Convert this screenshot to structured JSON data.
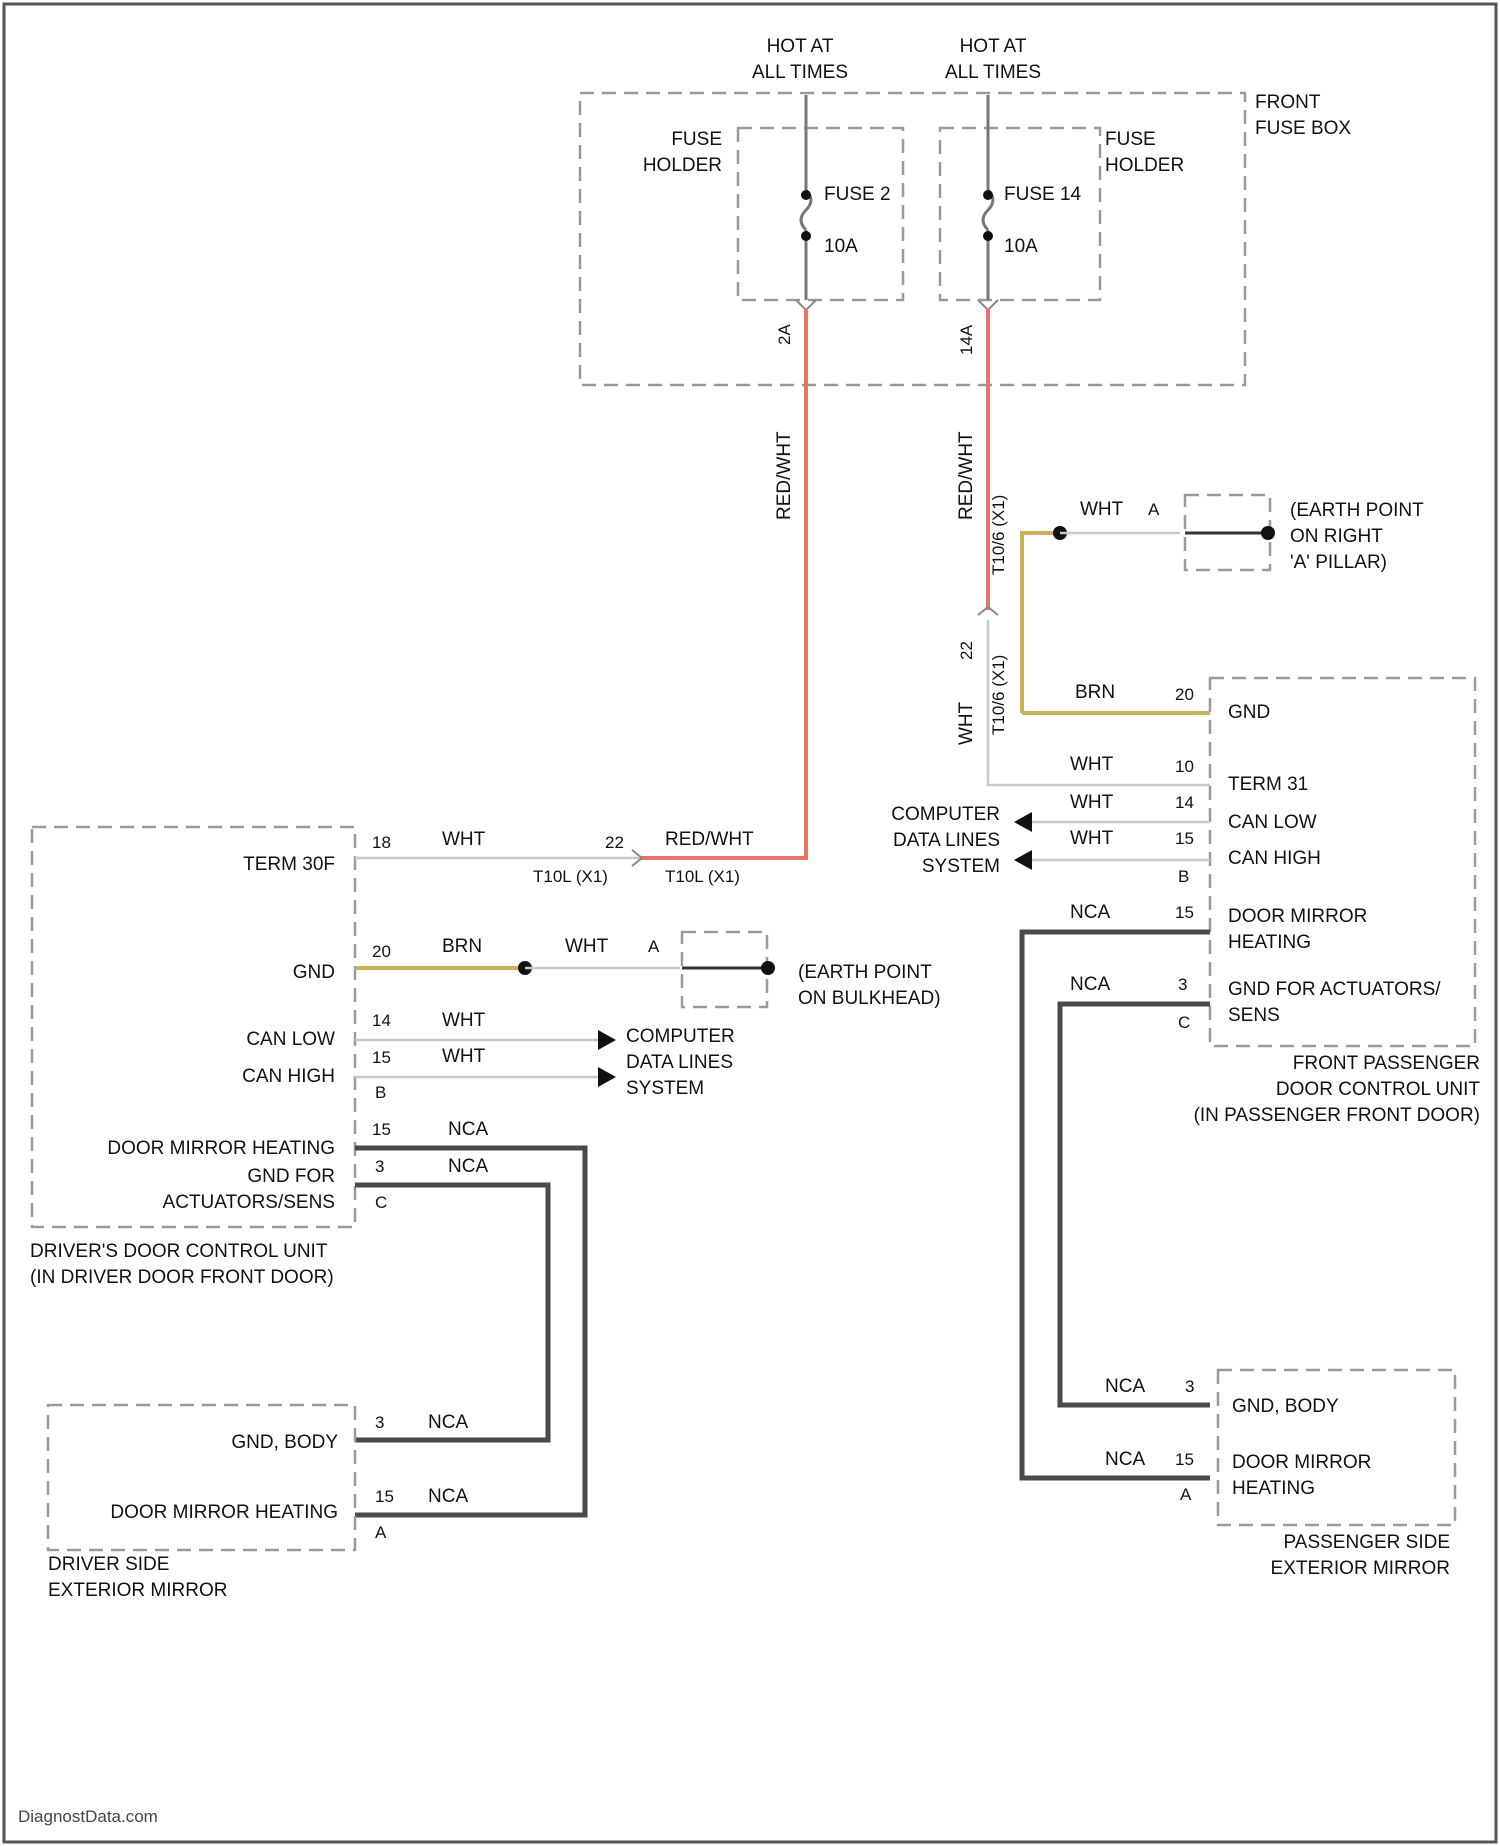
{
  "fuse_box": {
    "hot1_line1": "HOT AT",
    "hot1_line2": "ALL TIMES",
    "hot2_line1": "HOT AT",
    "hot2_line2": "ALL TIMES",
    "name_line1": "FRONT",
    "name_line2": "FUSE BOX",
    "holder_left_line1": "FUSE",
    "holder_left_line2": "HOLDER",
    "holder_right_line1": "FUSE",
    "holder_right_line2": "HOLDER",
    "fuse_left": "FUSE 2",
    "fuse_left_rating": "10A",
    "fuse_right": "FUSE 14",
    "fuse_right_rating": "10A",
    "pin_left": "2A",
    "pin_right": "14A"
  },
  "wires": {
    "left_vertical_color": "RED/WHT",
    "right_vertical_color": "RED/WHT",
    "right_vertical_connector": "T10/6 (X1)",
    "right_connector_pin": "22",
    "right_connector_label": "T10/6 (X1)",
    "right_wht_vertical": "WHT",
    "earth_right_wire": "WHT",
    "earth_right_pin": "A",
    "earth_right_line1": "(EARTH POINT",
    "earth_right_line2": "ON RIGHT",
    "earth_right_line3": "'A' PILLAR)",
    "earth_left_wire": "WHT",
    "earth_left_pin": "A",
    "earth_left_line1": "(EARTH POINT",
    "earth_left_line2": "ON BULKHEAD)"
  },
  "passenger_unit": {
    "pin_gnd": "20",
    "wire_gnd": "BRN",
    "label_gnd": "GND",
    "pin_term": "10",
    "wire_term": "WHT",
    "label_term": "TERM 31",
    "pin_canlow": "14",
    "wire_canlow": "WHT",
    "label_canlow": "CAN LOW",
    "pin_canhigh": "15",
    "wire_canhigh": "WHT",
    "label_canhigh": "CAN HIGH",
    "pin_b": "B",
    "pin_mirror": "15",
    "wire_mirror": "NCA",
    "label_mirror_line1": "DOOR MIRROR",
    "label_mirror_line2": "HEATING",
    "pin_act": "3",
    "wire_act": "NCA",
    "label_act_line1": "GND FOR ACTUATORS/",
    "label_act_line2": "SENS",
    "pin_c": "C",
    "cdl_line1": "COMPUTER",
    "cdl_line2": "DATA LINES",
    "cdl_line3": "SYSTEM",
    "name_line1": "FRONT PASSENGER",
    "name_line2": "DOOR CONTROL UNIT",
    "name_line3": "(IN PASSENGER FRONT DOOR)"
  },
  "driver_unit": {
    "pin_term": "18",
    "wire_term": "WHT",
    "label_term": "TERM 30F",
    "conn_pin": "22",
    "conn_wire": "RED/WHT",
    "conn_label_left": "T10L (X1)",
    "conn_label_right": "T10L (X1)",
    "pin_gnd": "20",
    "wire_gnd": "BRN",
    "label_gnd": "GND",
    "pin_canlow": "14",
    "wire_canlow": "WHT",
    "label_canlow": "CAN LOW",
    "pin_canhigh": "15",
    "wire_canhigh": "WHT",
    "label_canhigh": "CAN HIGH",
    "pin_b": "B",
    "cdl_line1": "COMPUTER",
    "cdl_line2": "DATA LINES",
    "cdl_line3": "SYSTEM",
    "pin_mirror": "15",
    "wire_mirror": "NCA",
    "label_mirror": "DOOR MIRROR HEATING",
    "pin_act": "3",
    "wire_act": "NCA",
    "label_act_line1": "GND FOR",
    "label_act_line2": "ACTUATORS/SENS",
    "pin_c": "C",
    "name_line1": "DRIVER'S DOOR CONTROL UNIT",
    "name_line2": "(IN DRIVER DOOR FRONT DOOR)"
  },
  "driver_mirror": {
    "pin_gnd": "3",
    "wire_gnd": "NCA",
    "label_gnd": "GND, BODY",
    "pin_heat": "15",
    "wire_heat": "NCA",
    "label_heat": "DOOR MIRROR HEATING",
    "pin_a": "A",
    "name_line1": "DRIVER SIDE",
    "name_line2": "EXTERIOR MIRROR"
  },
  "passenger_mirror": {
    "pin_gnd": "3",
    "wire_gnd": "NCA",
    "label_gnd": "GND, BODY",
    "pin_heat": "15",
    "wire_heat": "NCA",
    "label_heat_line1": "DOOR MIRROR",
    "label_heat_line2": "HEATING",
    "pin_a": "A",
    "name_line1": "PASSENGER SIDE",
    "name_line2": "EXTERIOR MIRROR"
  },
  "watermark": "DiagnostData.com"
}
